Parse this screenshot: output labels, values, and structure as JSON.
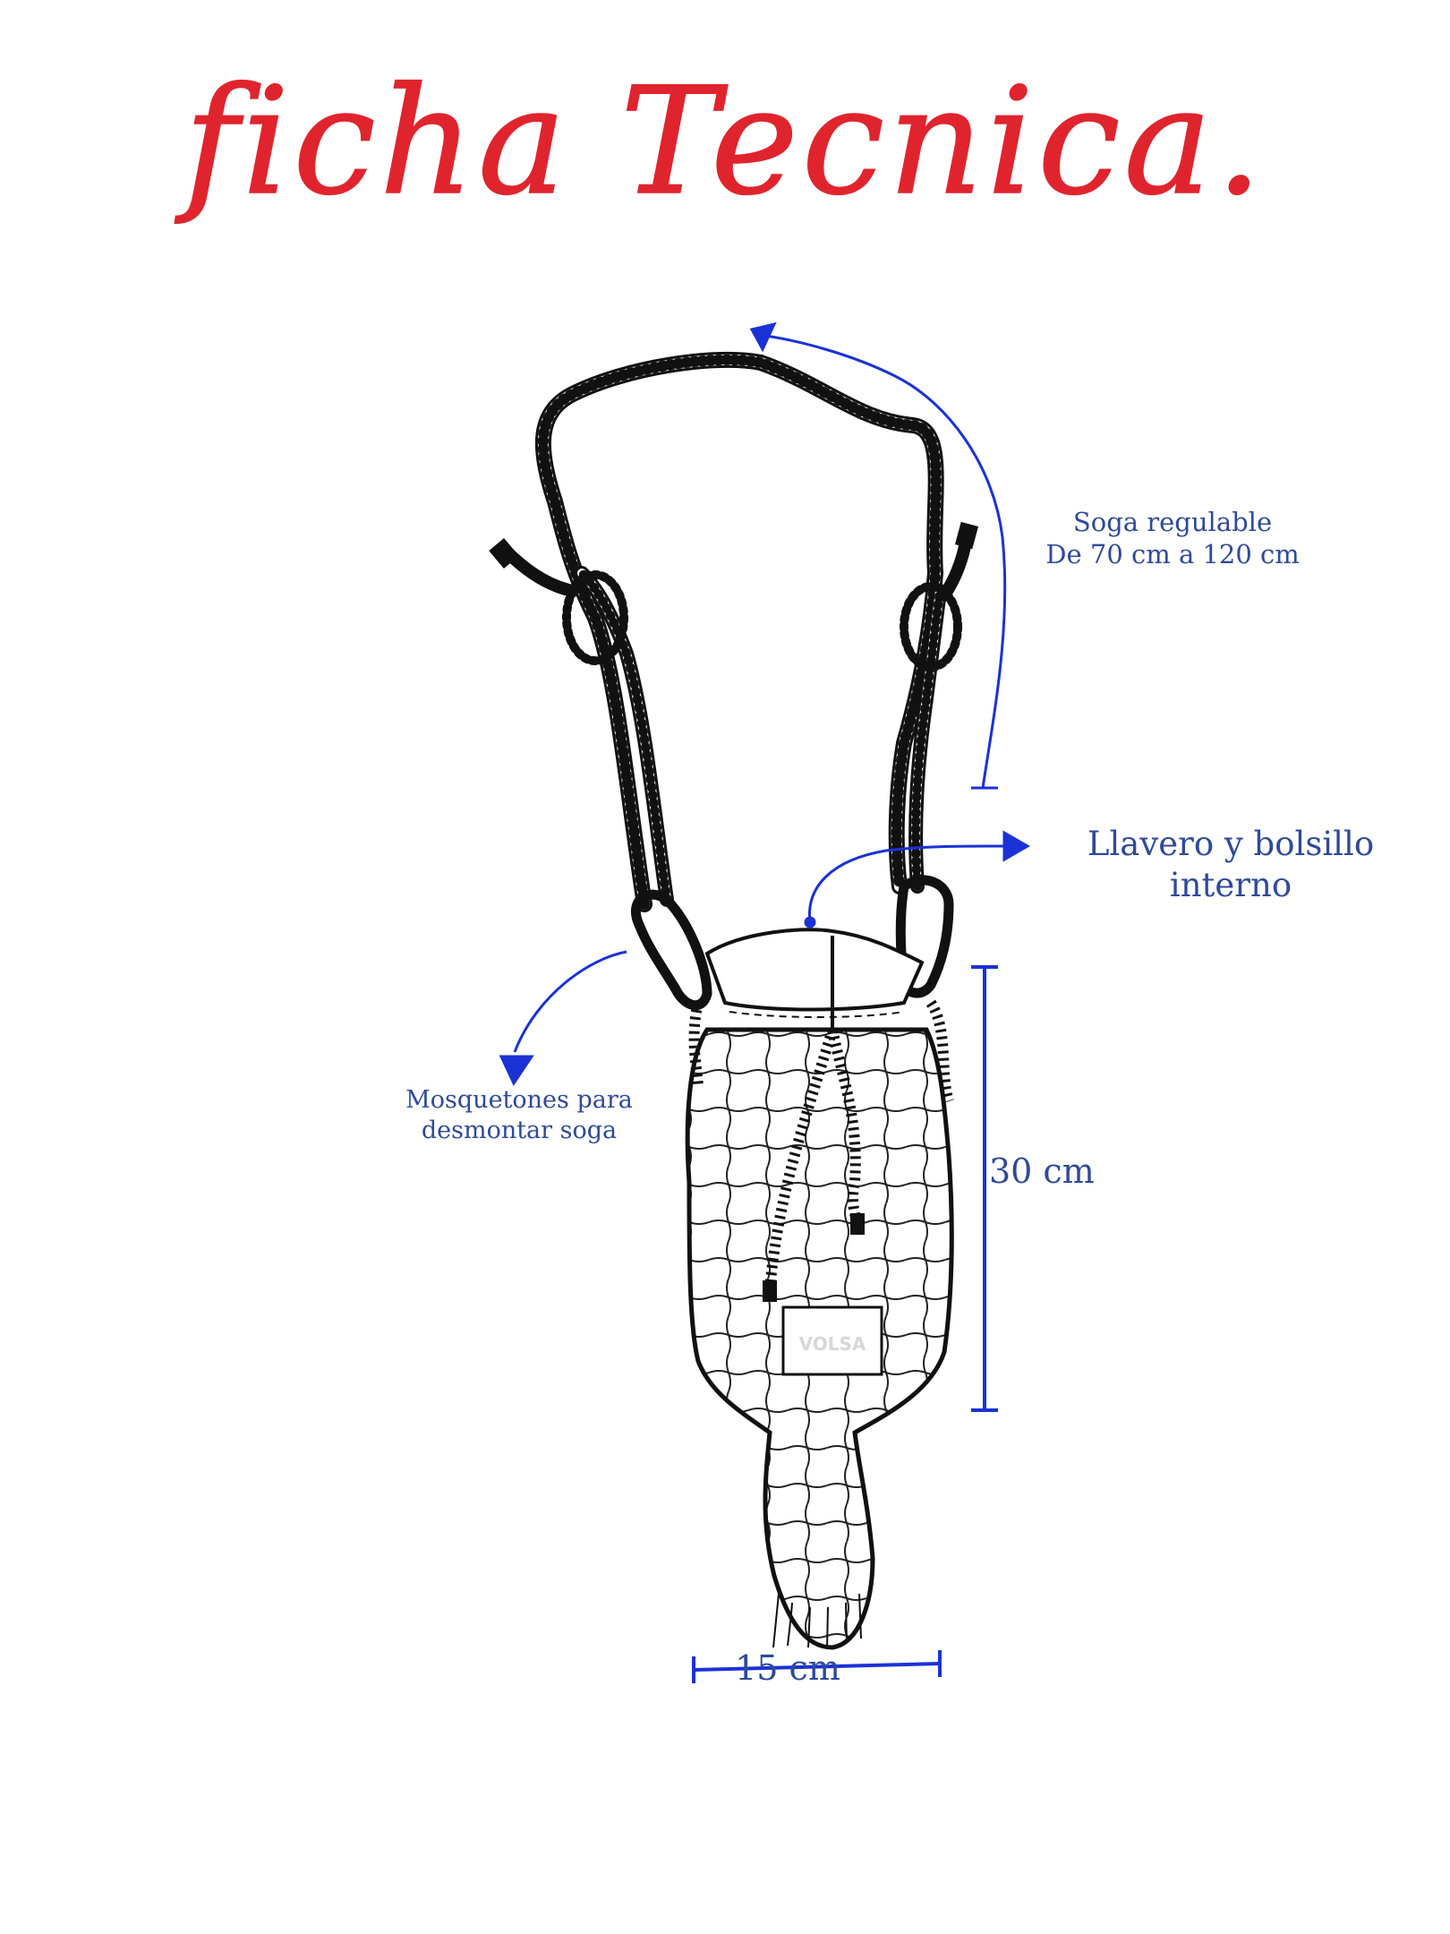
{
  "title": "ficha Tecnica.",
  "labels": {
    "rope": [
      "Soga regulable",
      "De 70 cm a 120 cm"
    ],
    "keyring": [
      "Llavero y bolsillo",
      "interno"
    ],
    "carabiners": [
      "Mosquetones para",
      "desmontar soga"
    ],
    "height": "30 cm",
    "width": "15 cm"
  },
  "tag_text": "VOLSA",
  "colors": {
    "title": "#e0242d",
    "annotation": "#2f4a99",
    "arrow": "#1a32d6",
    "drawing": "#111111",
    "background": "#ffffff"
  },
  "icons": [
    "arrow-up-icon",
    "arrow-right-icon",
    "arrow-down-icon"
  ]
}
